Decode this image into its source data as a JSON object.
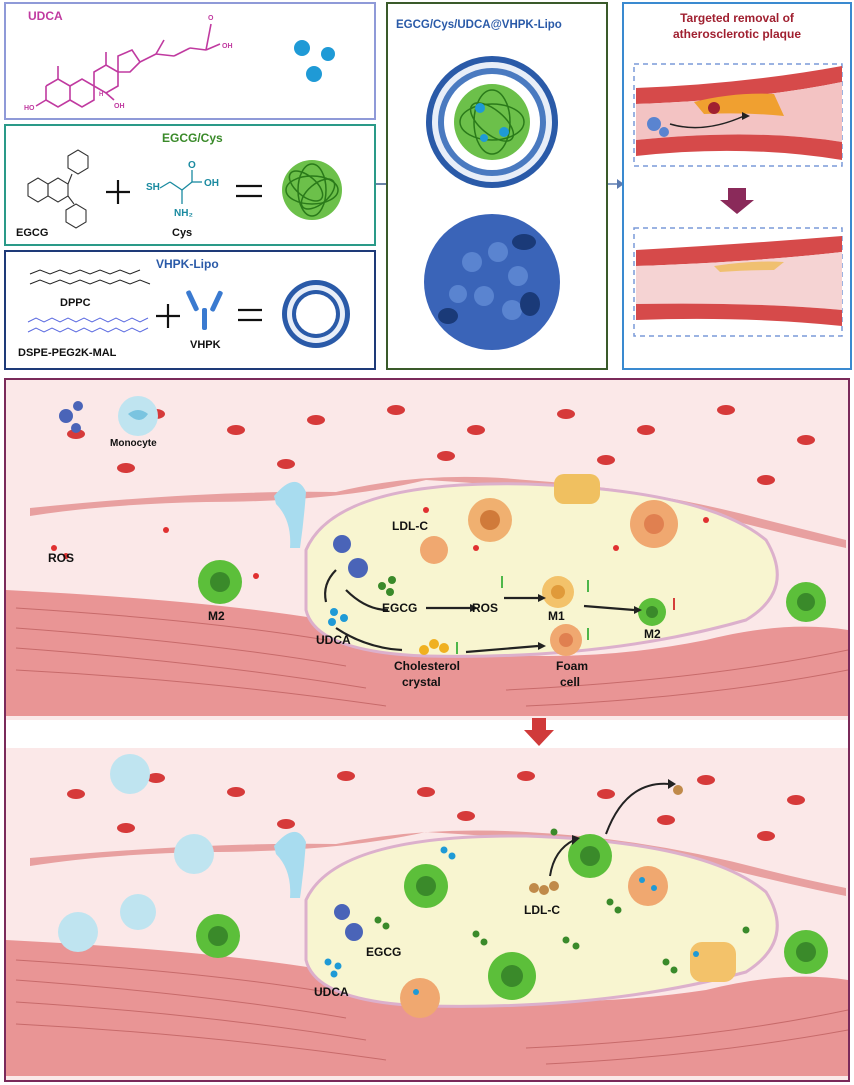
{
  "panels": {
    "udca": {
      "title": "UDCA",
      "ho1": "HO",
      "ho2": "OH",
      "cooh": "OH",
      "o": "O",
      "h": "H"
    },
    "egcg_cys": {
      "title": "EGCG/Cys",
      "egcg": "EGCG",
      "cys": "Cys",
      "sh": "SH",
      "nh2": "NH₂",
      "oh": "OH",
      "o": "O"
    },
    "vhpk_lipo": {
      "title": "VHPK-Lipo",
      "dppc": "DPPC",
      "dspe": "DSPE-PEG2K-MAL",
      "vhpk": "VHPK"
    },
    "nanoparticle": {
      "title": "EGCG/Cys/UDCA@VHPK-Lipo"
    },
    "targeted": {
      "title_line1": "Targeted removal of",
      "title_line2": "atherosclerotic plaque"
    }
  },
  "mechanism": {
    "monocyte": "Monocyte",
    "ros_left": "ROS",
    "m2_left": "M2",
    "ldl_c": "LDL-C",
    "egcg": "EGCG",
    "ros": "ROS",
    "m1": "M1",
    "m2": "M2",
    "udca": "UDCA",
    "chol_line1": "Cholesterol",
    "chol_line2": "crystal",
    "foam_line1": "Foam",
    "foam_line2": "cell"
  },
  "result": {
    "ldl_c": "LDL-C",
    "egcg": "EGCG",
    "udca": "UDCA"
  },
  "colors": {
    "udca_magenta": "#c03aa0",
    "egcg_green": "#3a8a2a",
    "vhpk_blue": "#2a5aa8",
    "plaque_red": "#a02030",
    "panel_border_blue": "#7f8fd0",
    "panel_border_teal": "#2a9a88",
    "panel_border_navy": "#1e3a78",
    "panel_border_dkgreen": "#3a5a2a",
    "panel_border_ltblue": "#3a8ad0",
    "bottom_border": "#7a2a5a",
    "tissue_pink": "#fbe3e3",
    "plaque_yellow": "#f8f5d0",
    "smooth_muscle": "#e99595",
    "macrophage_green": "#5cbf3a"
  }
}
